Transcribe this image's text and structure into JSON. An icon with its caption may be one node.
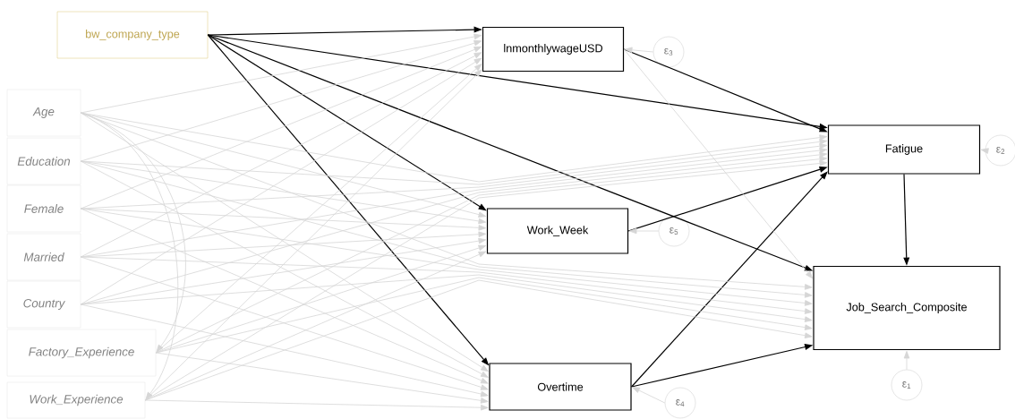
{
  "diagram": {
    "nodes": [
      {
        "text": [
          "bw_company_type"
        ]
      },
      {
        "text": [
          "Age"
        ]
      },
      {
        "text": [
          "Education"
        ]
      },
      {
        "text": [
          "Female"
        ]
      },
      {
        "text": [
          "Married"
        ]
      },
      {
        "text": [
          "Country"
        ]
      },
      {
        "text": [
          "Factory_Experience"
        ]
      },
      {
        "text": [
          "Work_Experience"
        ]
      },
      {
        "text": [
          "lnmonthlywageUSD"
        ]
      },
      {
        "text": [
          "Work_Week"
        ]
      },
      {
        "text": [
          "Overtime"
        ]
      },
      {
        "text": [
          "Fatigue"
        ]
      },
      {
        "text": [
          "Job_Search_Composite"
        ]
      },
      {
        "text": [
          "ε$_{3}$"
        ]
      },
      {
        "text": [
          "ε$_{2}$"
        ]
      },
      {
        "text": [
          "ε$_{5}$"
        ]
      },
      {
        "text": [
          "ε$_{4}$"
        ]
      },
      {
        "text": [
          "ε$_{1}$"
        ]
      }
    ],
    "edges": [
      {
        "from": 0,
        "to": 8,
        "arrow": "to",
        "color": "#000000"
      },
      {
        "from": 0,
        "to": 11,
        "arrow": "to",
        "color": "#000000"
      },
      {
        "from": 0,
        "to": 9,
        "arrow": "to",
        "color": "#000000"
      },
      {
        "from": 0,
        "to": 12,
        "arrow": "to",
        "color": "#000000"
      },
      {
        "from": 0,
        "to": 10,
        "arrow": "to",
        "color": "#000000"
      },
      {
        "from": 8,
        "to": 11,
        "arrow": "to",
        "color": "#000000"
      },
      {
        "from": 9,
        "to": 11,
        "arrow": "to",
        "color": "#000000"
      },
      {
        "from": 10,
        "to": 11,
        "arrow": "to",
        "color": "#000000"
      },
      {
        "from": 10,
        "to": 12,
        "arrow": "to",
        "color": "#000000"
      },
      {
        "from": 11,
        "to": 12,
        "arrow": "to",
        "color": "#000000"
      },
      {
        "from": 8,
        "to": 12,
        "arrow": "to"
      },
      {
        "from": 1,
        "to": 8,
        "arrow": "to"
      },
      {
        "from": 1,
        "to": 9,
        "arrow": "to"
      },
      {
        "from": 1,
        "to": 10,
        "arrow": "to"
      },
      {
        "from": 1,
        "to": 11,
        "arrow": "to"
      },
      {
        "from": 1,
        "to": 12,
        "arrow": "to"
      },
      {
        "from": 2,
        "to": 8,
        "arrow": "to"
      },
      {
        "from": 2,
        "to": 9,
        "arrow": "to"
      },
      {
        "from": 2,
        "to": 10,
        "arrow": "to"
      },
      {
        "from": 2,
        "to": 11,
        "arrow": "to"
      },
      {
        "from": 2,
        "to": 12,
        "arrow": "to"
      },
      {
        "from": 3,
        "to": 8,
        "arrow": "to"
      },
      {
        "from": 3,
        "to": 9,
        "arrow": "to"
      },
      {
        "from": 3,
        "to": 10,
        "arrow": "to"
      },
      {
        "from": 3,
        "to": 11,
        "arrow": "to"
      },
      {
        "from": 3,
        "to": 12,
        "arrow": "to"
      },
      {
        "from": 4,
        "to": 8,
        "arrow": "to"
      },
      {
        "from": 4,
        "to": 9,
        "arrow": "to"
      },
      {
        "from": 4,
        "to": 10,
        "arrow": "to"
      },
      {
        "from": 4,
        "to": 11,
        "arrow": "to"
      },
      {
        "from": 4,
        "to": 12,
        "arrow": "to"
      },
      {
        "from": 5,
        "to": 8,
        "arrow": "to"
      },
      {
        "from": 5,
        "to": 9,
        "arrow": "to"
      },
      {
        "from": 5,
        "to": 10,
        "arrow": "to"
      },
      {
        "from": 5,
        "to": 11,
        "arrow": "to"
      },
      {
        "from": 5,
        "to": 12,
        "arrow": "to"
      },
      {
        "from": 6,
        "to": 8,
        "arrow": "to"
      },
      {
        "from": 6,
        "to": 9,
        "arrow": "to"
      },
      {
        "from": 6,
        "to": 10,
        "arrow": "to"
      },
      {
        "from": 6,
        "to": 11,
        "arrow": "to"
      },
      {
        "from": 6,
        "to": 12,
        "arrow": "to"
      },
      {
        "from": 7,
        "to": 8,
        "arrow": "to"
      },
      {
        "from": 7,
        "to": 9,
        "arrow": "to"
      },
      {
        "from": 7,
        "to": 10,
        "arrow": "to"
      },
      {
        "from": 7,
        "to": 11,
        "arrow": "to"
      },
      {
        "from": 7,
        "to": 12,
        "arrow": "to"
      },
      {
        "from": 13,
        "to": 8,
        "arrow": "to"
      },
      {
        "from": 14,
        "to": 11,
        "arrow": "to"
      },
      {
        "from": 15,
        "to": 9,
        "arrow": "to"
      },
      {
        "from": 16,
        "to": 10,
        "arrow": "to"
      },
      {
        "from": 17,
        "to": 12,
        "arrow": "to"
      },
      {
        "from": 1,
        "to": 6,
        "arrow": "to"
      },
      {
        "from": 1,
        "to": 7,
        "arrow": "to"
      }
    ]
  }
}
